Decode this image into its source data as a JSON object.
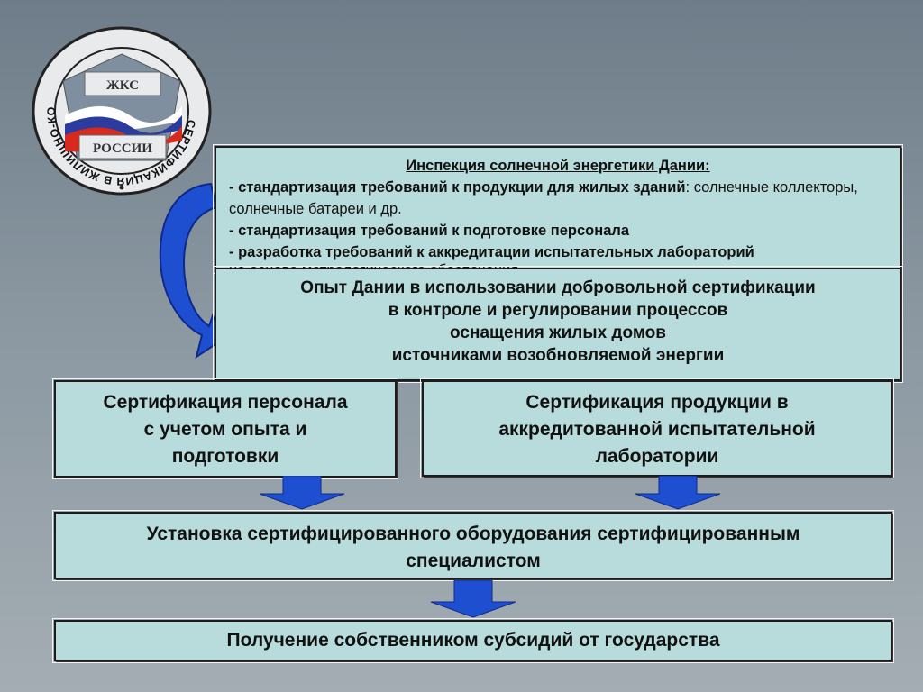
{
  "logo": {
    "ring_text": "СЕРТИФИКАЦИЯ В ЖИЛИЩНО-КОММУНАЛЬНОМ ХОЗЯЙСТВЕ",
    "top_label": "ЖКС",
    "bottom_label": "РОССИИ"
  },
  "inspection": {
    "title": "Инспекция солнечной энергетики Дании:",
    "item1_bold": "- стандартизация требований к продукции для жилых зданий",
    "item1_rest": ": солнечные коллекторы, солнечные батареи и др.",
    "item2": "- стандартизация требований к подготовке персонала",
    "item3": "- разработка требований к аккредитации испытательных лабораторий",
    "item3_cont": "на основе метрологического обеспечения"
  },
  "experience": {
    "line1": "Опыт Дании в использовании добровольной сертификации",
    "line2": "в контроле и регулировании процессов",
    "line3": "оснащения жилых домов",
    "line4": "источниками возобновляемой энергии"
  },
  "personnel": {
    "line1": "Сертификация персонала",
    "line2": "с учетом опыта и",
    "line3": "подготовки"
  },
  "product": {
    "line1": "Сертификация продукции в",
    "line2": "аккредитованной испытательной",
    "line3": "лаборатории"
  },
  "install": {
    "line1": "Установка сертифицированного оборудования сертифицированным",
    "line2": "специалистом"
  },
  "subsidy": {
    "text": "Получение собственником  субсидий от государства"
  },
  "colors": {
    "box_fill": "#b8dcdc",
    "arrow_blue": "#1f4fd1",
    "flag_white": "#ffffff",
    "flag_blue": "#2b3c9e",
    "flag_red": "#d62a1e"
  }
}
